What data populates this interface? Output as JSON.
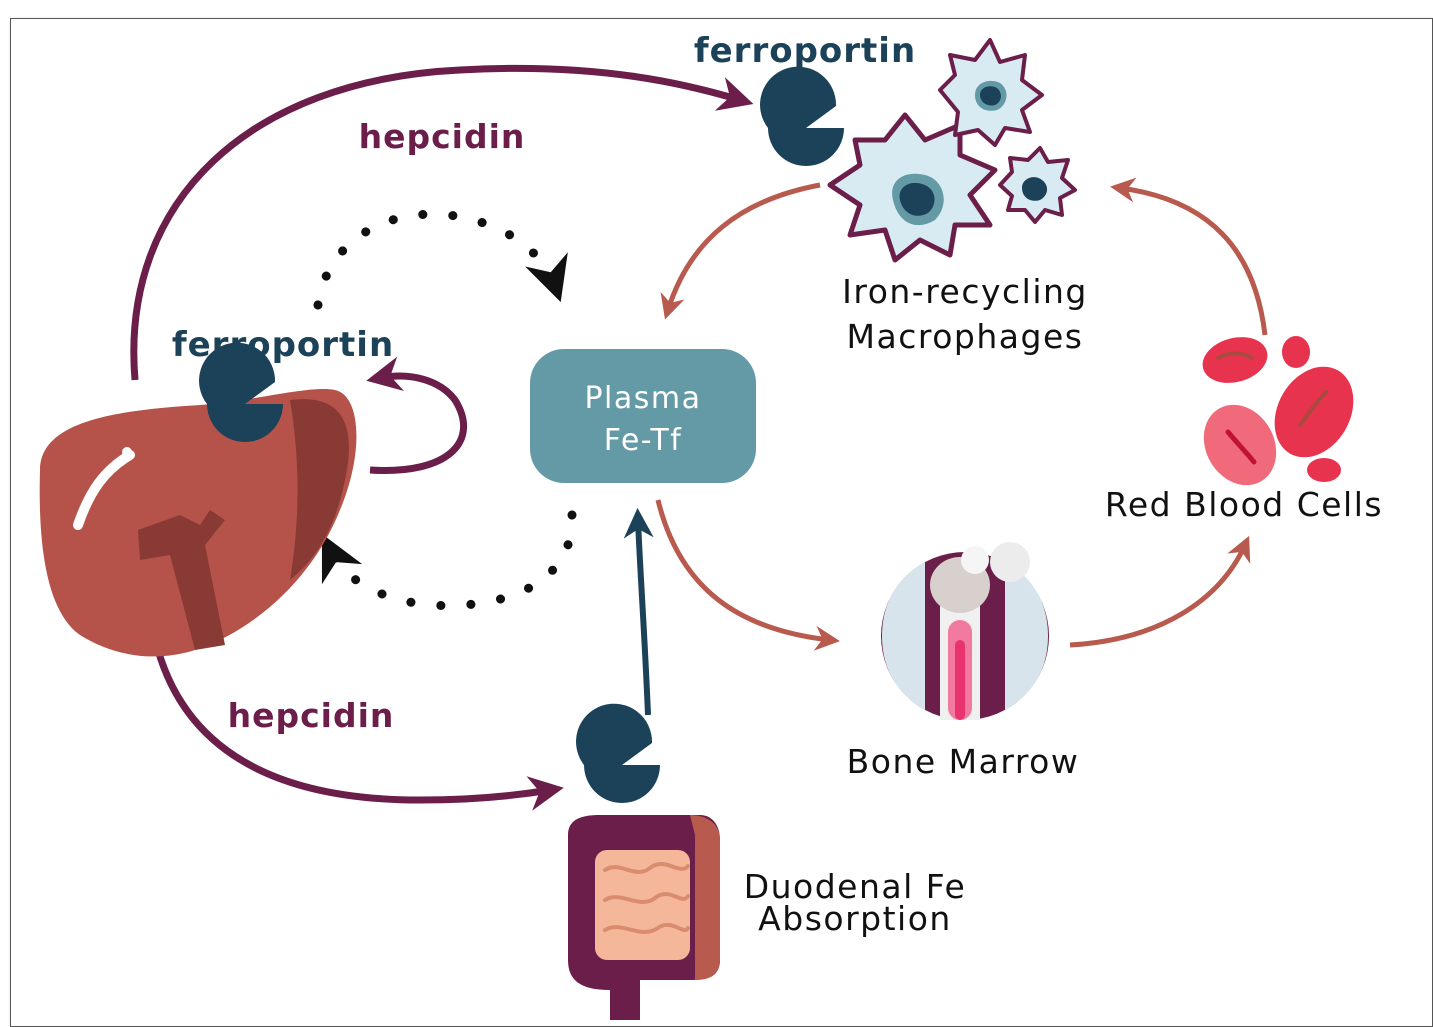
{
  "labels": {
    "ferroportin_top": "ferroportin",
    "hepcidin_top": "hepcidin",
    "ferroportin_liver": "ferroportin",
    "plasma_line1": "Plasma",
    "plasma_line2": "Fe-Tf",
    "macrophages_line1": "Iron-recycling",
    "macrophages_line2": "Macrophages",
    "rbc": "Red Blood Cells",
    "bone_marrow": "Bone Marrow",
    "hepcidin_bottom": "hepcidin",
    "duodenal_line1": "Duodenal Fe",
    "duodenal_line2": "Absorption"
  },
  "colors": {
    "hepcidin": "#6b1e4a",
    "ferroportin": "#1b4259",
    "flow": "#b85a4e",
    "plasma_box": "#6499a6",
    "liver": "#b5534a",
    "rbc": "#e8334f"
  }
}
